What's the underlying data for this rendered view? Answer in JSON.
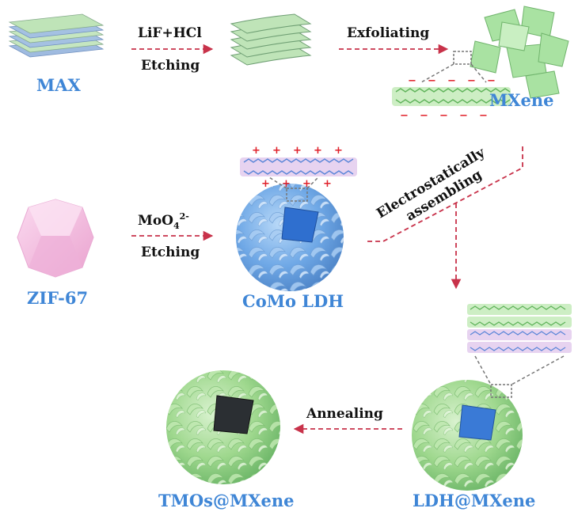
{
  "labels": {
    "max": "MAX",
    "mxene": "MXene",
    "zif67": "ZIF-67",
    "como_ldh": "CoMo LDH",
    "ldh_mxene": "LDH@MXene",
    "tmos_mxene": "TMOs@MXene"
  },
  "steps": {
    "lif_hcl": "LiF+HCl",
    "etching_1": "Etching",
    "exfoliating": "Exfoliating",
    "moo4": "MoO",
    "moo4_sub": "4",
    "moo4_sup": "2-",
    "etching_2": "Etching",
    "electro_1": "Electrostatically",
    "electro_2": "assembling",
    "annealing": "Annealing"
  },
  "charges": {
    "plus": "+",
    "minus": "−"
  },
  "colors": {
    "label_blue": "#3f86d6",
    "arrow_red": "#c8324a",
    "mxene_green": "#9ad89a",
    "ldh_blue": "#7cb2ea",
    "zif_pink": "#f3b9dd",
    "charge_red": "#e0202a"
  }
}
